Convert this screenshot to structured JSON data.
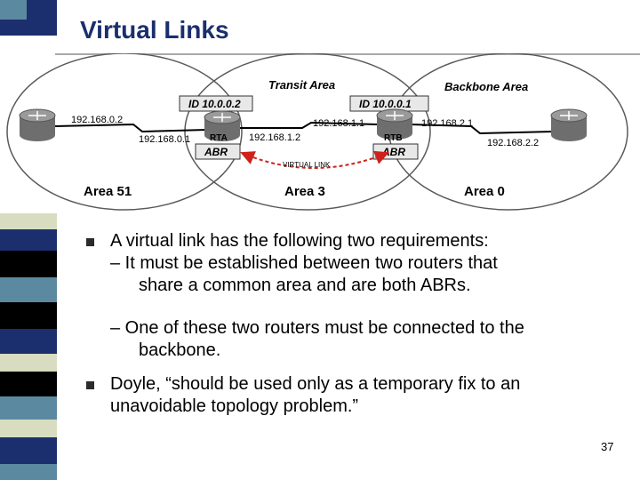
{
  "slide": {
    "title": "Virtual Links",
    "page_number": "37"
  },
  "diagram": {
    "areas": [
      {
        "id": "area51",
        "label": "Area 51"
      },
      {
        "id": "area3",
        "label": "Area 3",
        "header": "Transit Area"
      },
      {
        "id": "area0",
        "label": "Area 0",
        "header": "Backbone Area"
      }
    ],
    "routers": {
      "rta": {
        "name": "RTA",
        "role": "ABR",
        "id_label": "ID 10.0.0.2"
      },
      "rtb": {
        "name": "RTB",
        "role": "ABR",
        "id_label": "ID 10.0.0.1"
      }
    },
    "ip_labels": {
      "left_top": "192.168.0.2",
      "left_bottom": "192.168.0.1",
      "mid_right": "192.168.1.1",
      "mid_left": "192.168.1.2",
      "right_top": "192.168.2.1",
      "right_bottom": "192.168.2.2"
    },
    "virtual_link_label": "VIRTUAL LINK",
    "colors": {
      "ellipse_stroke": "#5a5a5a",
      "box_fill": "#e8e8e8",
      "router_gray": "#6e6e6e",
      "virtual_link": "#d0201a"
    }
  },
  "bullets": [
    {
      "level": 1,
      "text": "A virtual link has the following two requirements:"
    },
    {
      "level": 2,
      "text": "– It must be established between two routers that"
    },
    {
      "level": 2,
      "text": "share a common area and are both ABRs."
    },
    {
      "level": 2,
      "text": "– One of these two routers must be connected to the"
    },
    {
      "level": 2,
      "text": "backbone."
    },
    {
      "level": 1,
      "text": "Doyle, “should be used only as a temporary fix to an"
    },
    {
      "level": 1,
      "text": "unavoidable topology problem.”"
    }
  ],
  "side_bar_colors": [
    "#1b2f6e",
    "#5b8aa0",
    "#d8dcc0",
    "#000000",
    "#ffffff"
  ]
}
